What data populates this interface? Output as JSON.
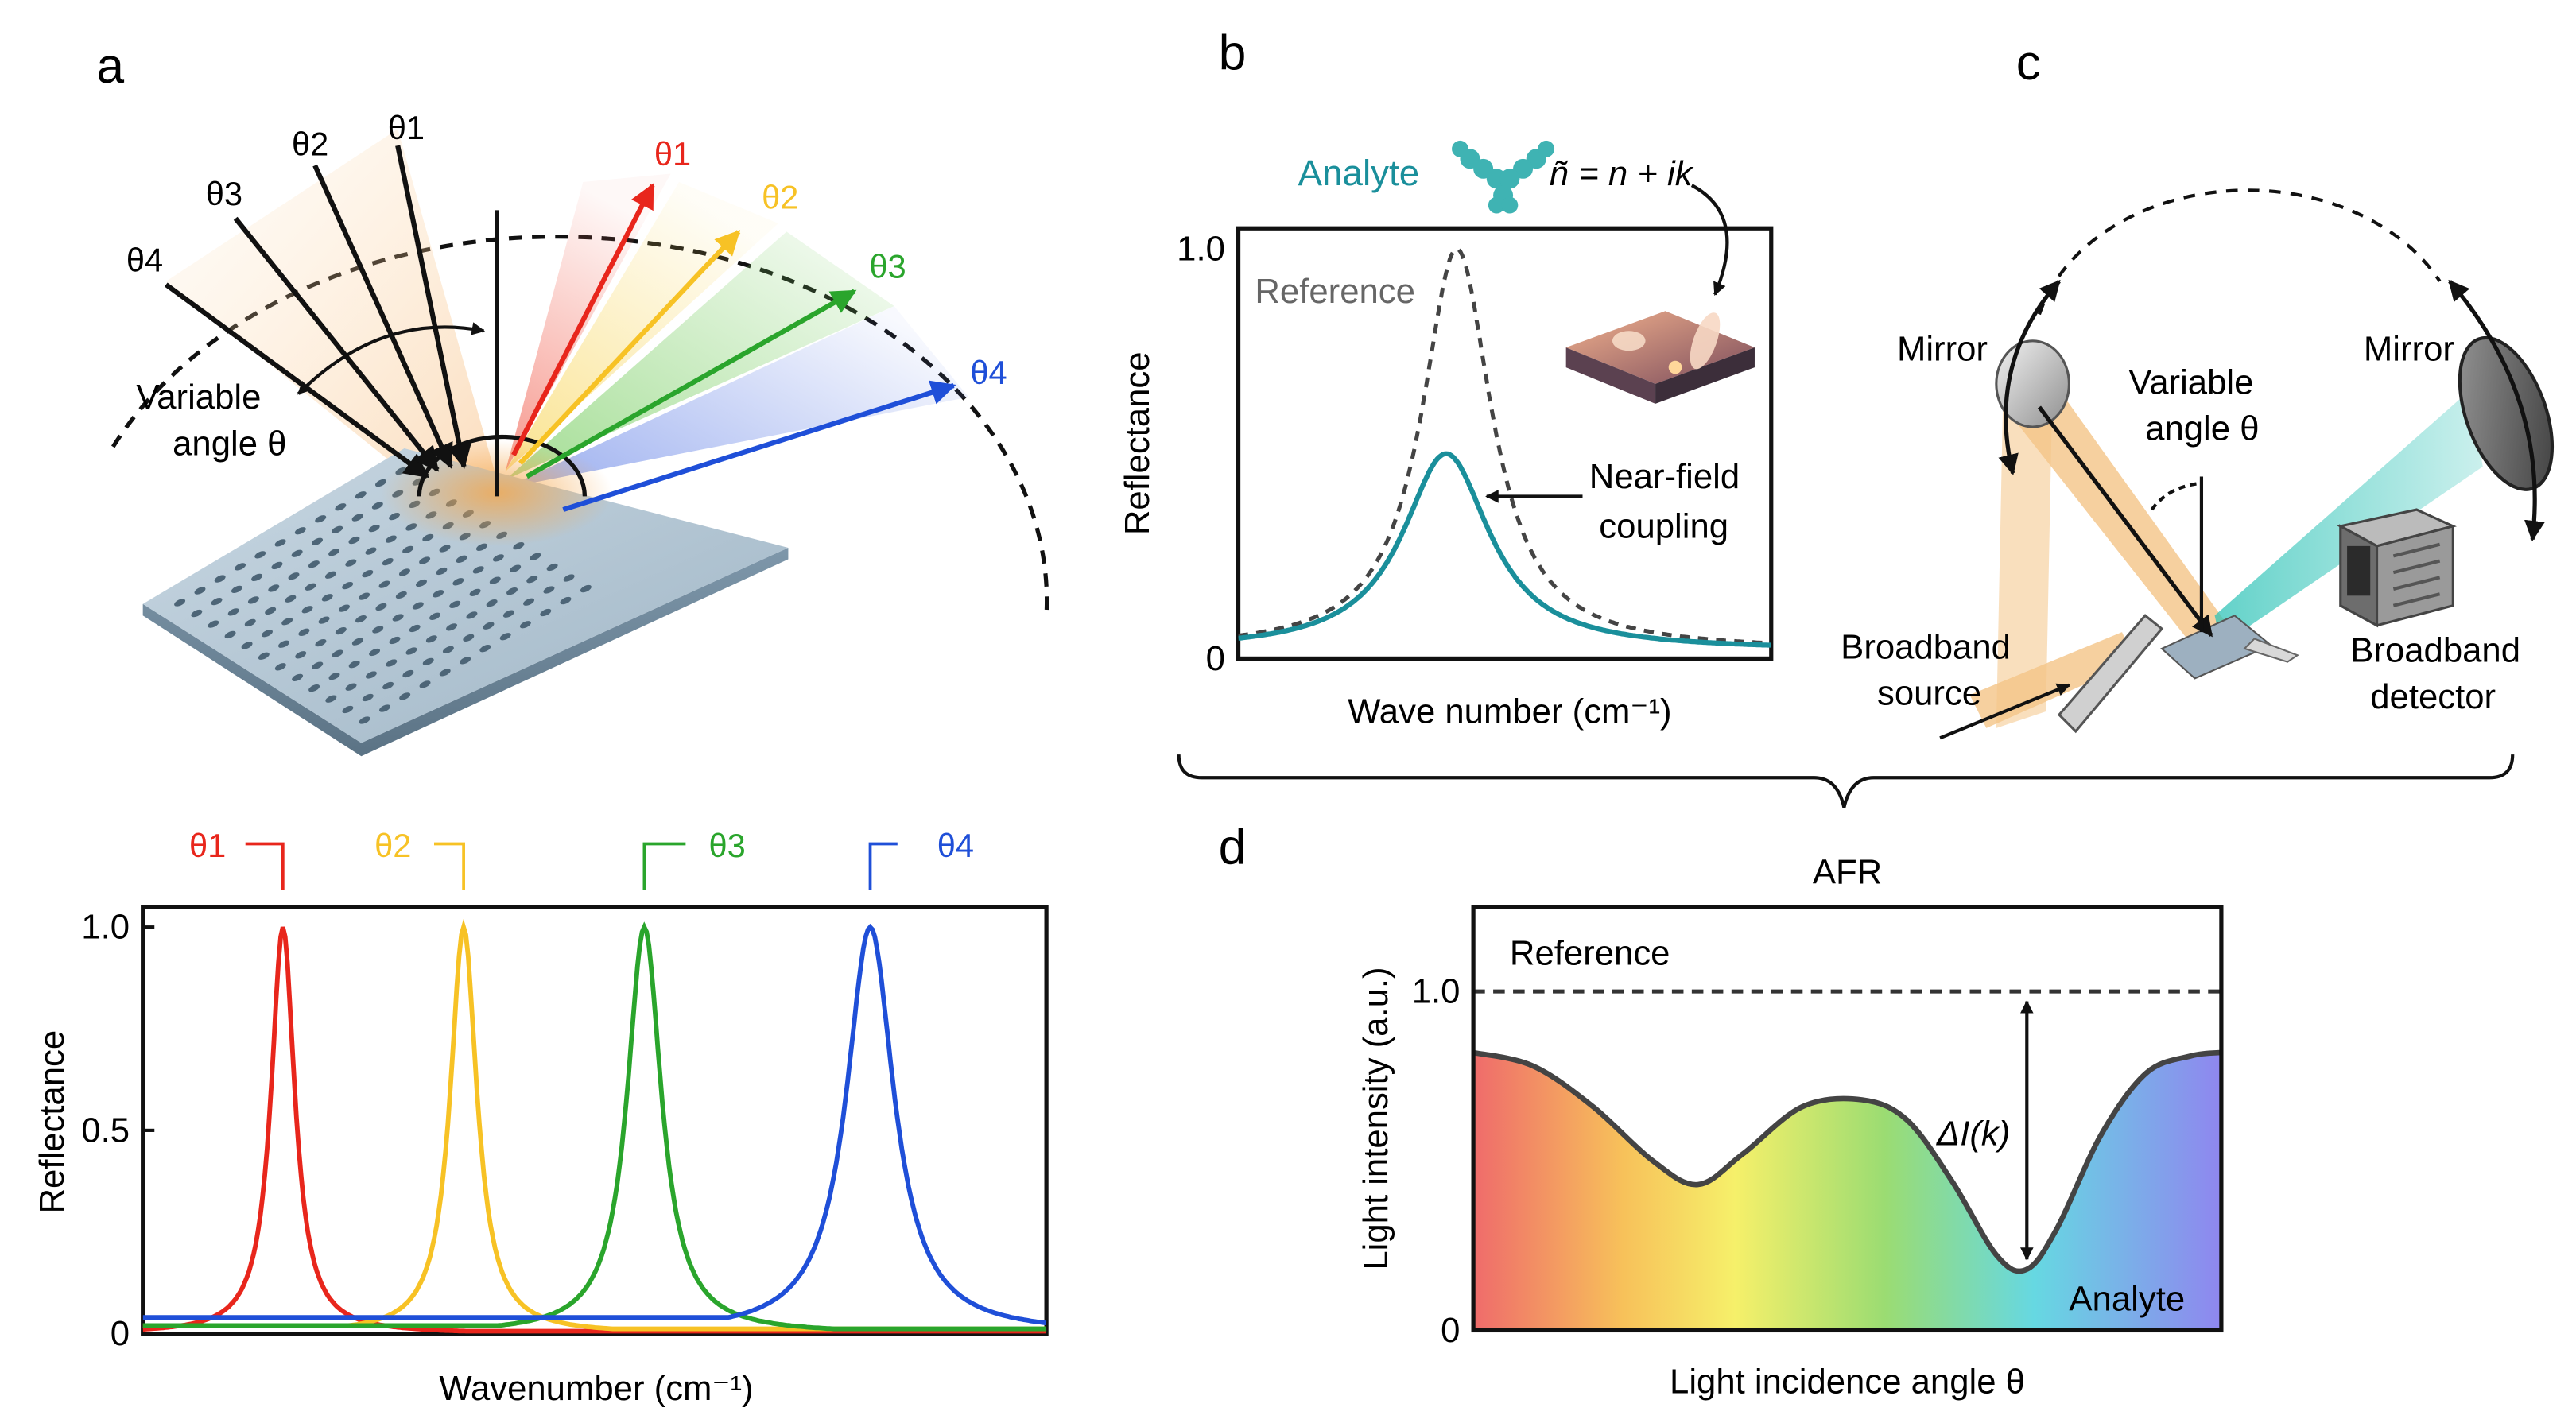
{
  "panels": {
    "a": {
      "letter": "a",
      "incident_labels": [
        "θ4",
        "θ3",
        "θ2",
        "θ1"
      ],
      "reflected_labels": [
        "θ1",
        "θ2",
        "θ3",
        "θ4"
      ],
      "variable_angle_line1": "Variable",
      "variable_angle_line2": "angle θ"
    },
    "b": {
      "letter": "b",
      "analyte_label": "Analyte",
      "equation": "ñ = n + ik",
      "reference_label": "Reference",
      "nearfield_line1": "Near-field",
      "nearfield_line2": "coupling"
    },
    "c": {
      "letter": "c",
      "mirror_left": "Mirror",
      "mirror_right": "Mirror",
      "variable_angle_line1": "Variable",
      "variable_angle_line2": "angle θ",
      "source_line1": "Broadband",
      "source_line2": "source",
      "detector_line1": "Broadband",
      "detector_line2": "detector"
    },
    "d": {
      "letter": "d",
      "bracket_label": "AFR",
      "reference_label": "Reference",
      "delta_label": "ΔI(k)",
      "analyte_label": "Analyte"
    }
  },
  "colors": {
    "theta1": "#e8261c",
    "theta2": "#f7c225",
    "theta3": "#2aa52c",
    "theta4": "#1f4fd8",
    "teal": "#1a8f9b",
    "frame": "#111111"
  },
  "chart_data": [
    {
      "id": "a-spectra",
      "type": "line",
      "xlabel": "Wavenumber (cm⁻¹)",
      "ylabel": "Reflectance",
      "ylim": [
        0,
        1.05
      ],
      "yticks": [
        0,
        0.5,
        1.0
      ],
      "ytick_labels": [
        "0",
        "0.5",
        "1.0"
      ],
      "xlim": [
        0,
        100
      ],
      "series": [
        {
          "name": "θ1",
          "center": 15.5,
          "width": 1.6,
          "baseline": 0.01,
          "color": "#e8261c"
        },
        {
          "name": "θ2",
          "center": 35.5,
          "width": 1.8,
          "baseline": 0.02,
          "color": "#f7c225"
        },
        {
          "name": "θ3",
          "center": 55.5,
          "width": 2.3,
          "baseline": 0.02,
          "color": "#2aa52c"
        },
        {
          "name": "θ4",
          "center": 80.5,
          "width": 3.2,
          "baseline": 0.04,
          "color": "#1f4fd8"
        }
      ]
    },
    {
      "id": "b-spectrum",
      "type": "line",
      "xlabel": "Wave number (cm⁻¹)",
      "ylabel": "Reflectance",
      "ylim": [
        0,
        1.05
      ],
      "yticks": [
        0,
        1.0
      ],
      "ytick_labels": [
        "0",
        "1.0"
      ],
      "xlim": [
        0,
        100
      ],
      "series": [
        {
          "name": "Reference",
          "center": 41,
          "width": 8,
          "peak": 1.0,
          "baseline": 0.02,
          "dashed": true
        },
        {
          "name": "Analyte",
          "center": 39,
          "width": 10,
          "peak": 0.5,
          "baseline": 0.02,
          "dashed": false
        }
      ]
    },
    {
      "id": "d-afr",
      "type": "area",
      "xlabel": "Light incidence angle θ",
      "ylabel": "Light intensity (a.u.)",
      "ylim": [
        0,
        1.25
      ],
      "yticks": [
        0,
        1.0
      ],
      "ytick_labels": [
        "0",
        "1.0"
      ],
      "xlim": [
        0,
        100
      ],
      "reference": 1.0,
      "x": [
        0,
        8,
        16,
        24,
        30,
        36,
        44,
        52,
        58,
        64,
        70,
        74,
        78,
        84,
        90,
        96,
        100
      ],
      "y": [
        0.82,
        0.78,
        0.66,
        0.5,
        0.43,
        0.52,
        0.66,
        0.68,
        0.62,
        0.44,
        0.22,
        0.18,
        0.3,
        0.58,
        0.76,
        0.81,
        0.82
      ]
    }
  ]
}
